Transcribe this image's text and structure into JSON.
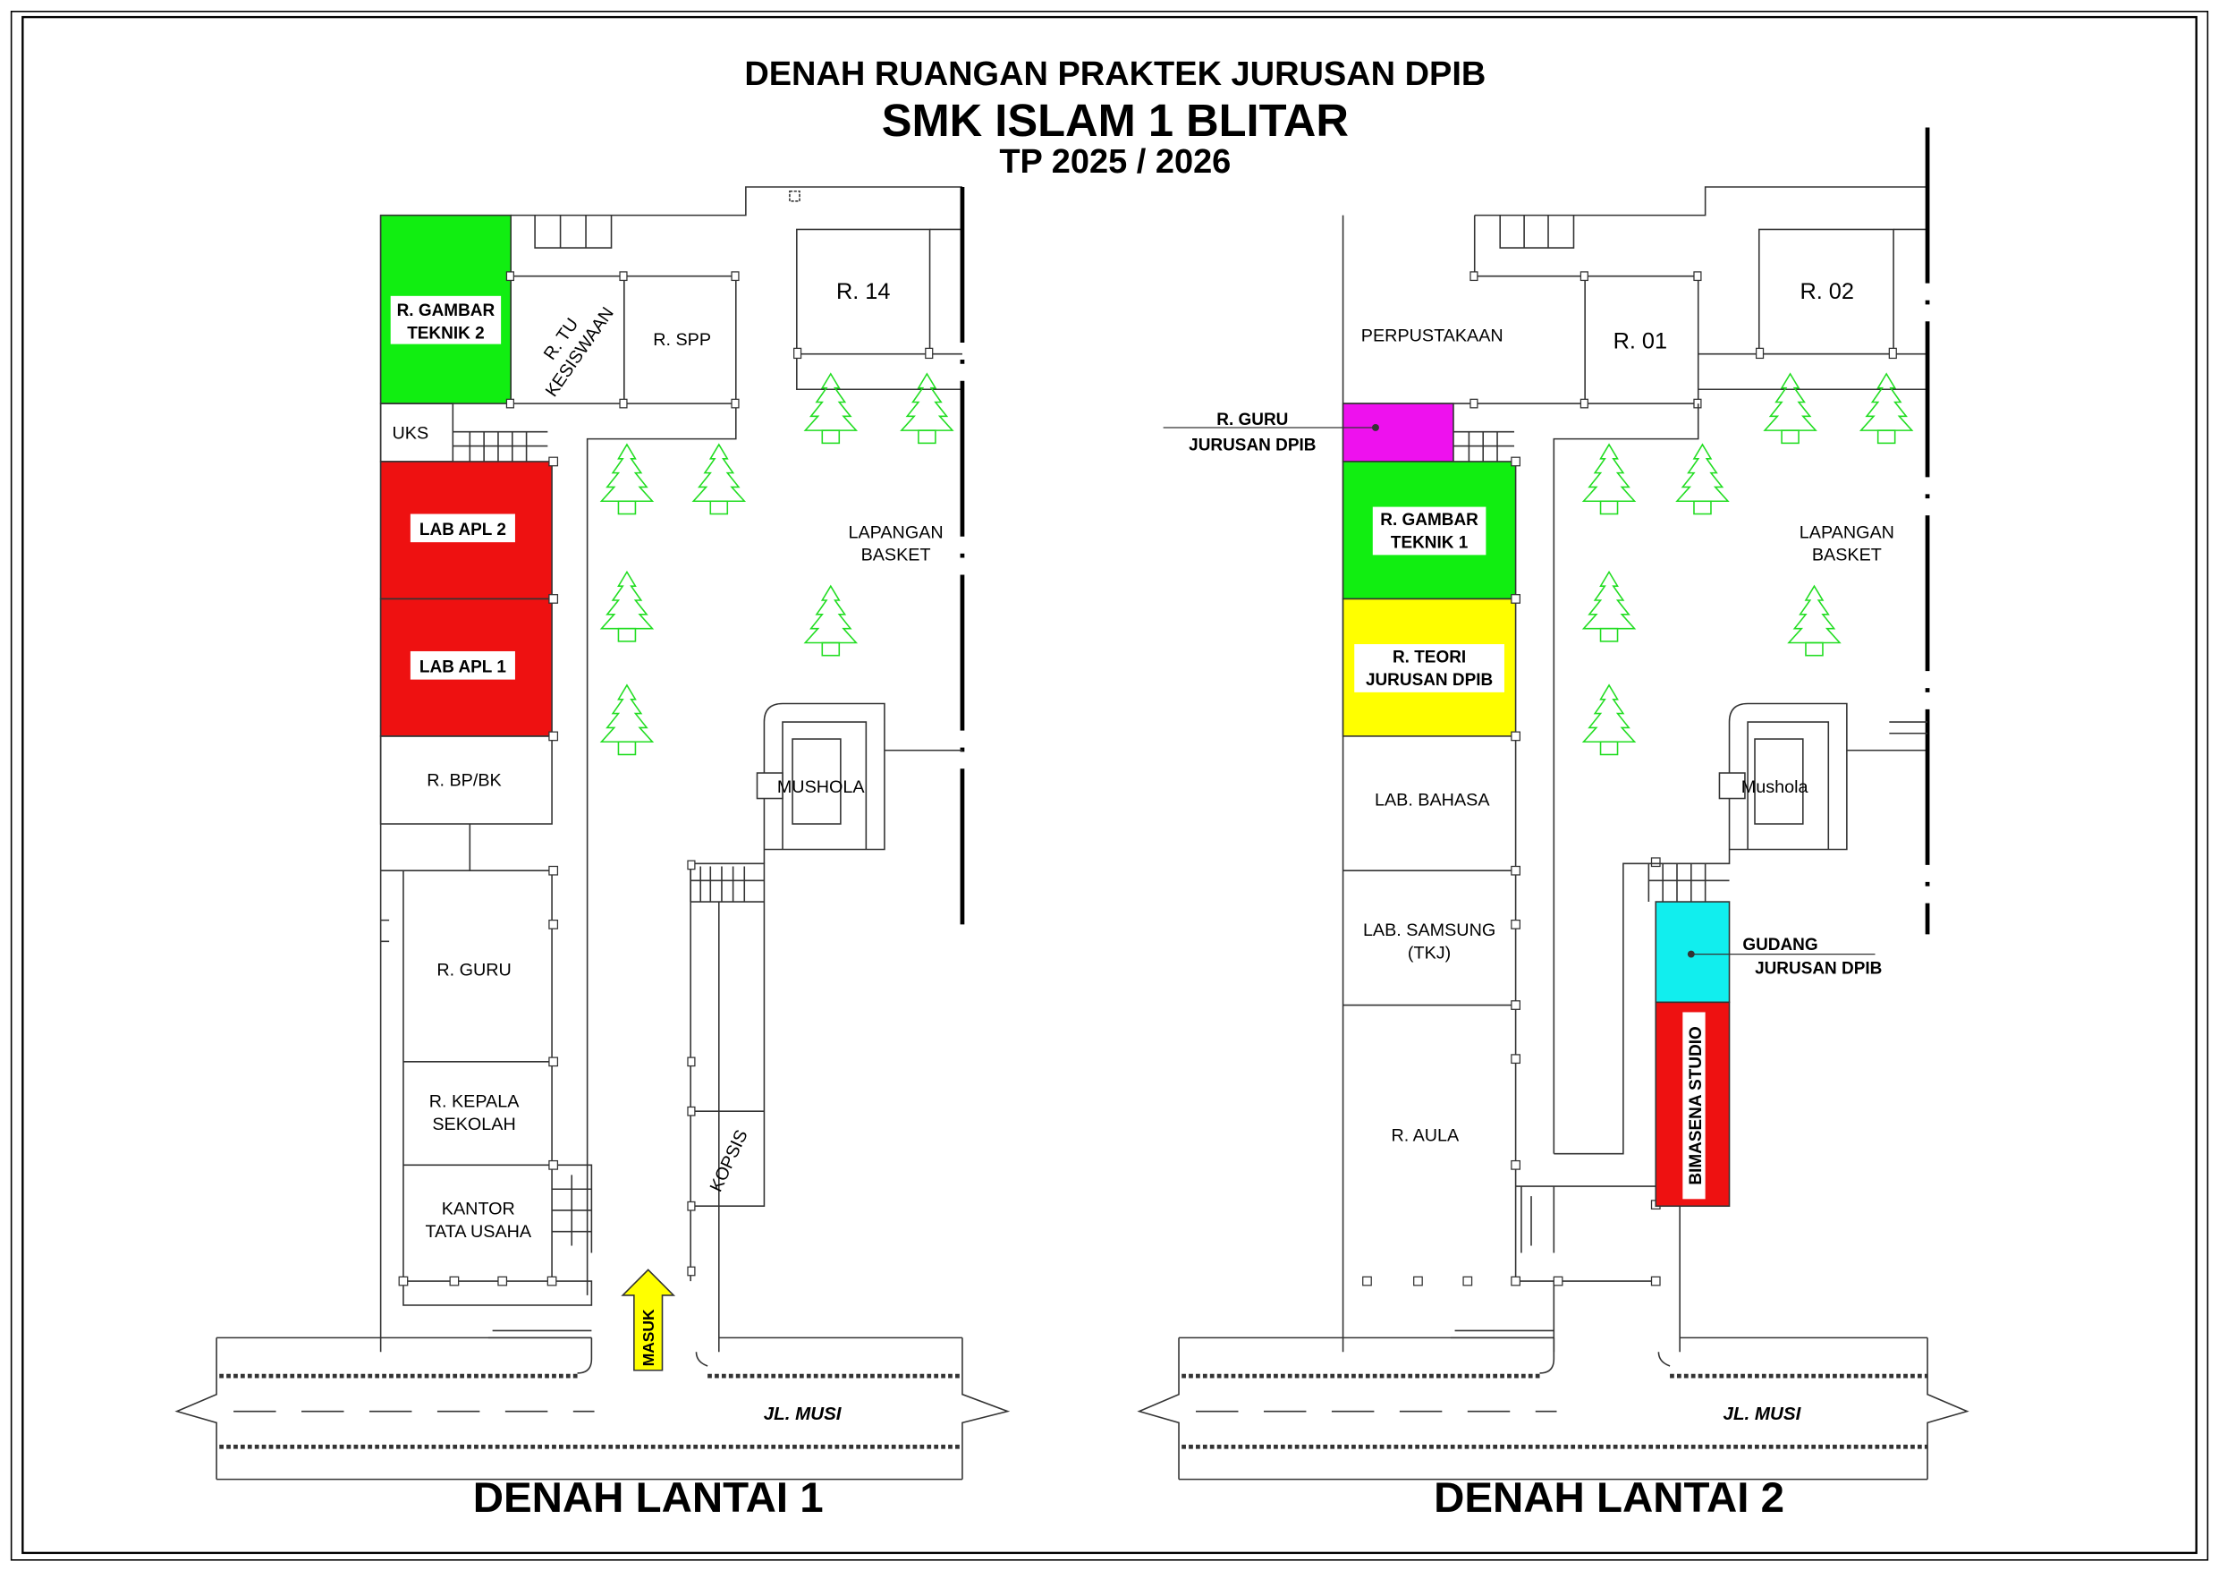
{
  "title": {
    "line1": "DENAH RUANGAN PRAKTEK JURUSAN DPIB",
    "line2": "SMK ISLAM 1 BLITAR",
    "line3": "TP 2025 / 2026"
  },
  "colors": {
    "green": "#11ee11",
    "red": "#ee1111",
    "yellow": "#ffff00",
    "magenta": "#ee11ee",
    "cyan": "#11eeee",
    "tree": "#22dd22",
    "entrance_arrow": "#ffff00"
  },
  "floor1": {
    "caption": "DENAH LANTAI 1",
    "rooms": {
      "gambar2": [
        "R. GAMBAR",
        "TEKNIK 2"
      ],
      "tu": [
        "R. TU",
        "KESISWAAN"
      ],
      "spp": "R. SPP",
      "r14": "R. 14",
      "uks": "UKS",
      "lab2": "LAB APL 2",
      "lab1": "LAB APL 1",
      "bp": "R. BP/BK",
      "guru": "R. GURU",
      "kepsek": [
        "R. KEPALA",
        "SEKOLAH"
      ],
      "kantor": [
        "KANTOR",
        "TATA USAHA"
      ],
      "lapangan": [
        "LAPANGAN",
        "BASKET"
      ],
      "mushola": "MUSHOLA",
      "kopsis": "KOPSIS"
    },
    "entrance": "MASUK",
    "street": "JL. MUSI"
  },
  "floor2": {
    "caption": "DENAH LANTAI 2",
    "rooms": {
      "perpus": "PERPUSTAKAAN",
      "r01": "R. 01",
      "r02": "R. 02",
      "guru_dpib": [
        "R. GURU",
        "JURUSAN DPIB"
      ],
      "gambar1": [
        "R. GAMBAR",
        "TEKNIK 1"
      ],
      "teori": [
        "R. TEORI",
        "JURUSAN DPIB"
      ],
      "bahasa": "LAB. BAHASA",
      "samsung": [
        "LAB. SAMSUNG",
        "(TKJ)"
      ],
      "aula": "R. AULA",
      "gudang": [
        "GUDANG",
        "JURUSAN DPIB"
      ],
      "bimasena": "BIMASENA STUDIO",
      "lapangan": [
        "LAPANGAN",
        "BASKET"
      ],
      "mushola": "Mushola"
    },
    "street": "JL. MUSI"
  }
}
